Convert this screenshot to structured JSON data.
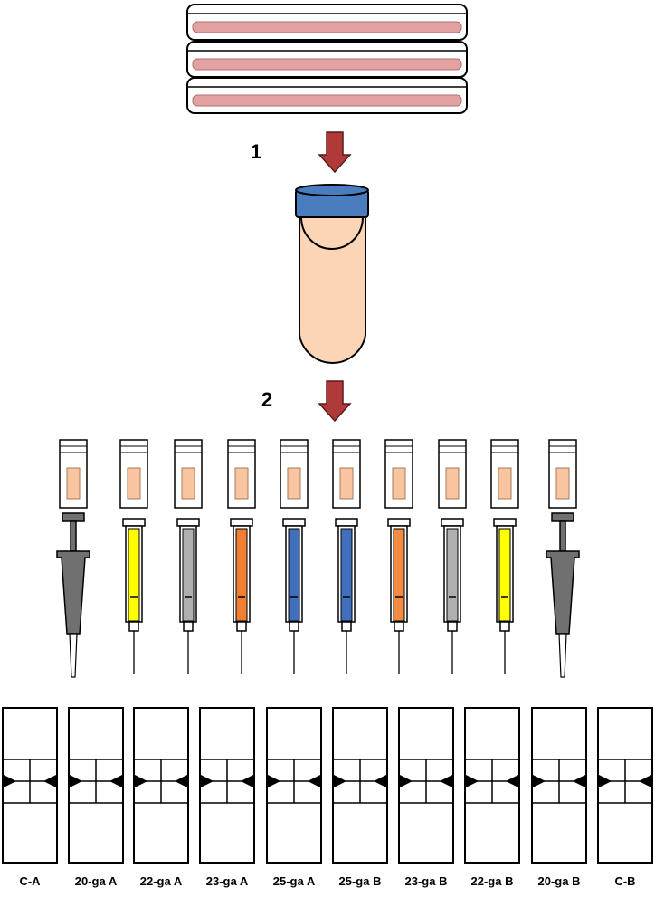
{
  "steps": [
    "1",
    "2"
  ],
  "sample_labels": [
    "C-A",
    "20-ga A",
    "22-ga A",
    "23-ga A",
    "25-ga A",
    "25-ga B",
    "23-ga B",
    "22-ga B",
    "20-ga B",
    "C-B"
  ],
  "devices": [
    {
      "kind": "pipette",
      "color": "#707070"
    },
    {
      "kind": "syringe",
      "color": "#ffff00"
    },
    {
      "kind": "syringe",
      "color": "#b0b0b0"
    },
    {
      "kind": "syringe",
      "color": "#f07f32"
    },
    {
      "kind": "syringe",
      "color": "#3f6fbd"
    },
    {
      "kind": "syringe",
      "color": "#3f6fbd"
    },
    {
      "kind": "syringe",
      "color": "#f58b40"
    },
    {
      "kind": "syringe",
      "color": "#b0b0b0"
    },
    {
      "kind": "syringe",
      "color": "#ffff00"
    },
    {
      "kind": "pipette",
      "color": "#707070"
    }
  ],
  "colors": {
    "arrow": "#b03a3a",
    "medium": "#e3a1a1",
    "tube_body": "#fbd5b5",
    "tube_cap": "#4a7cc0",
    "sample": "#f8c5a0"
  }
}
